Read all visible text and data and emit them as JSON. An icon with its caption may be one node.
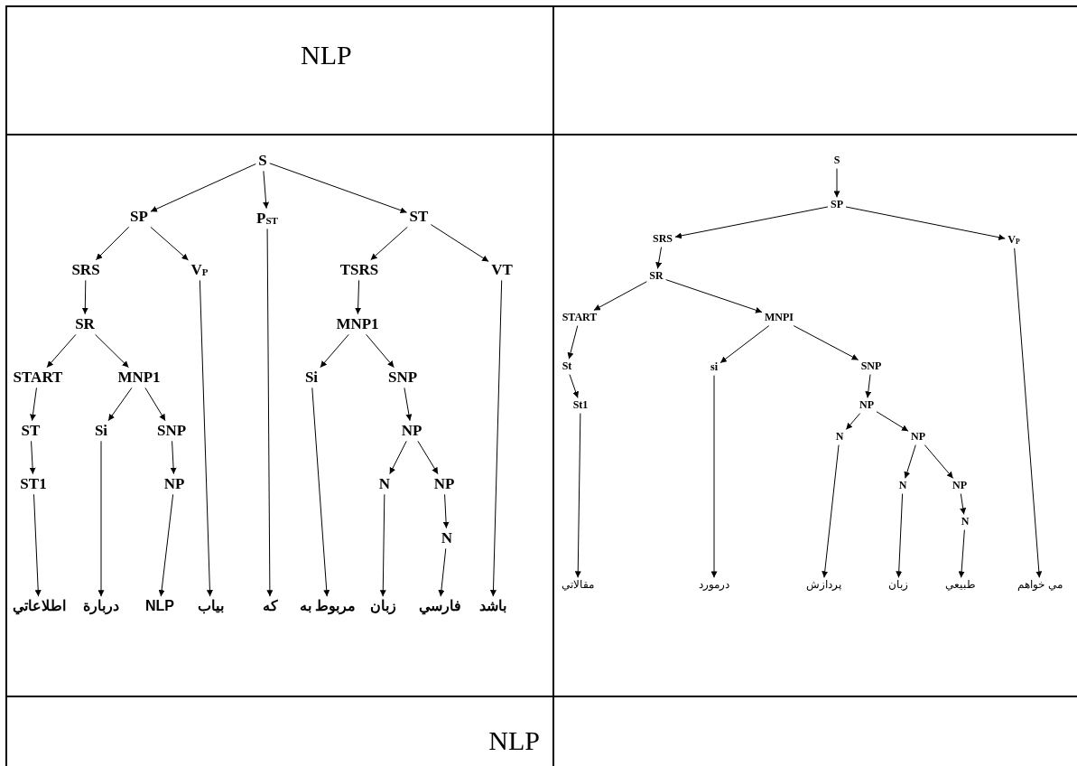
{
  "diagram": {
    "nodes": [
      {
        "text": [
          "S"
        ]
      },
      {
        "text": [
          "SP"
        ]
      },
      {
        "text": [
          "P$_{ST}$"
        ]
      },
      {
        "text": [
          "ST"
        ]
      },
      {
        "text": [
          "SRS"
        ]
      },
      {
        "text": [
          "V$_{P}$"
        ]
      },
      {
        "text": [
          "TSRS"
        ]
      },
      {
        "text": [
          "VT"
        ]
      },
      {
        "text": [
          "SR"
        ]
      },
      {
        "text": [
          "MNP1"
        ]
      },
      {
        "text": [
          "START"
        ]
      },
      {
        "text": [
          "MNP1"
        ]
      },
      {
        "text": [
          "Si"
        ]
      },
      {
        "text": [
          "SNP"
        ]
      },
      {
        "text": [
          "ST"
        ]
      },
      {
        "text": [
          "Si"
        ]
      },
      {
        "text": [
          "SNP"
        ]
      },
      {
        "text": [
          "NP"
        ]
      },
      {
        "text": [
          "ST1"
        ]
      },
      {
        "text": [
          "NP"
        ]
      },
      {
        "text": [
          "N"
        ]
      },
      {
        "text": [
          "NP"
        ]
      },
      {
        "text": [
          "N"
        ]
      },
      {
        "text": [
          "اطلاعاتي"
        ]
      },
      {
        "text": [
          "دربارة"
        ]
      },
      {
        "text": [
          "NLP"
        ]
      },
      {
        "text": [
          "بياب"
        ]
      },
      {
        "text": [
          "كه"
        ]
      },
      {
        "text": [
          "مربوط به"
        ]
      },
      {
        "text": [
          "زبان"
        ]
      },
      {
        "text": [
          "فارسي"
        ]
      },
      {
        "text": [
          "باشد"
        ]
      },
      {
        "text": [
          "S"
        ]
      },
      {
        "text": [
          "SP"
        ]
      },
      {
        "text": [
          "SRS"
        ]
      },
      {
        "text": [
          "V$_{P}$"
        ]
      },
      {
        "text": [
          "SR"
        ]
      },
      {
        "text": [
          "START"
        ]
      },
      {
        "text": [
          "MNPI"
        ]
      },
      {
        "text": [
          "St"
        ]
      },
      {
        "text": [
          "si"
        ]
      },
      {
        "text": [
          "SNP"
        ]
      },
      {
        "text": [
          "St1"
        ]
      },
      {
        "text": [
          "NP"
        ]
      },
      {
        "text": [
          "N"
        ]
      },
      {
        "text": [
          "NP"
        ]
      },
      {
        "text": [
          "N"
        ]
      },
      {
        "text": [
          "NP"
        ]
      },
      {
        "text": [
          "N"
        ]
      },
      {
        "text": [
          "مقالاتي"
        ]
      },
      {
        "text": [
          "درمورد"
        ]
      },
      {
        "text": [
          "پردازش"
        ]
      },
      {
        "text": [
          "زبان"
        ]
      },
      {
        "text": [
          "طبيعي"
        ]
      },
      {
        "text": [
          "مي خواهم"
        ]
      }
    ],
    "edges": [
      {
        "from": 0,
        "to": 1,
        "arrow": "to"
      },
      {
        "from": 0,
        "to": 2,
        "arrow": "to"
      },
      {
        "from": 0,
        "to": 3,
        "arrow": "to"
      },
      {
        "from": 1,
        "to": 4,
        "arrow": "to"
      },
      {
        "from": 1,
        "to": 5,
        "arrow": "to"
      },
      {
        "from": 3,
        "to": 6,
        "arrow": "to"
      },
      {
        "from": 3,
        "to": 7,
        "arrow": "to"
      },
      {
        "from": 4,
        "to": 8,
        "arrow": "to"
      },
      {
        "from": 6,
        "to": 9,
        "arrow": "to"
      },
      {
        "from": 8,
        "to": 10,
        "arrow": "to"
      },
      {
        "from": 8,
        "to": 11,
        "arrow": "to"
      },
      {
        "from": 9,
        "to": 12,
        "arrow": "to"
      },
      {
        "from": 9,
        "to": 13,
        "arrow": "to"
      },
      {
        "from": 10,
        "to": 14,
        "arrow": "to"
      },
      {
        "from": 11,
        "to": 15,
        "arrow": "to"
      },
      {
        "from": 11,
        "to": 16,
        "arrow": "to"
      },
      {
        "from": 13,
        "to": 17,
        "arrow": "to"
      },
      {
        "from": 14,
        "to": 18,
        "arrow": "to"
      },
      {
        "from": 16,
        "to": 19,
        "arrow": "to"
      },
      {
        "from": 17,
        "to": 20,
        "arrow": "to"
      },
      {
        "from": 17,
        "to": 21,
        "arrow": "to"
      },
      {
        "from": 21,
        "to": 22,
        "arrow": "to"
      },
      {
        "from": 18,
        "to": 23,
        "arrow": "to"
      },
      {
        "from": 15,
        "to": 24,
        "arrow": "to"
      },
      {
        "from": 19,
        "to": 25,
        "arrow": "to"
      },
      {
        "from": 5,
        "to": 26,
        "arrow": "to"
      },
      {
        "from": 2,
        "to": 27,
        "arrow": "to"
      },
      {
        "from": 12,
        "to": 28,
        "arrow": "to"
      },
      {
        "from": 20,
        "to": 29,
        "arrow": "to"
      },
      {
        "from": 22,
        "to": 30,
        "arrow": "to"
      },
      {
        "from": 7,
        "to": 31,
        "arrow": "to"
      },
      {
        "from": 32,
        "to": 33,
        "arrow": "to"
      },
      {
        "from": 33,
        "to": 34,
        "arrow": "to"
      },
      {
        "from": 33,
        "to": 35,
        "arrow": "to"
      },
      {
        "from": 34,
        "to": 36,
        "arrow": "to"
      },
      {
        "from": 36,
        "to": 37,
        "arrow": "to"
      },
      {
        "from": 36,
        "to": 38,
        "arrow": "to"
      },
      {
        "from": 37,
        "to": 39,
        "arrow": "to"
      },
      {
        "from": 38,
        "to": 40,
        "arrow": "to"
      },
      {
        "from": 38,
        "to": 41,
        "arrow": "to"
      },
      {
        "from": 39,
        "to": 42,
        "arrow": "to"
      },
      {
        "from": 41,
        "to": 43,
        "arrow": "to"
      },
      {
        "from": 43,
        "to": 44,
        "arrow": "to"
      },
      {
        "from": 43,
        "to": 45,
        "arrow": "to"
      },
      {
        "from": 45,
        "to": 46,
        "arrow": "to"
      },
      {
        "from": 45,
        "to": 47,
        "arrow": "to"
      },
      {
        "from": 47,
        "to": 48,
        "arrow": "to"
      },
      {
        "from": 42,
        "to": 49,
        "arrow": "to"
      },
      {
        "from": 40,
        "to": 50,
        "arrow": "to"
      },
      {
        "from": 44,
        "to": 51,
        "arrow": "to"
      },
      {
        "from": 46,
        "to": 52,
        "arrow": "to"
      },
      {
        "from": 48,
        "to": 53,
        "arrow": "to"
      },
      {
        "from": 35,
        "to": 54,
        "arrow": "to"
      }
    ],
    "labels": [
      "NLP",
      "NLP"
    ]
  }
}
